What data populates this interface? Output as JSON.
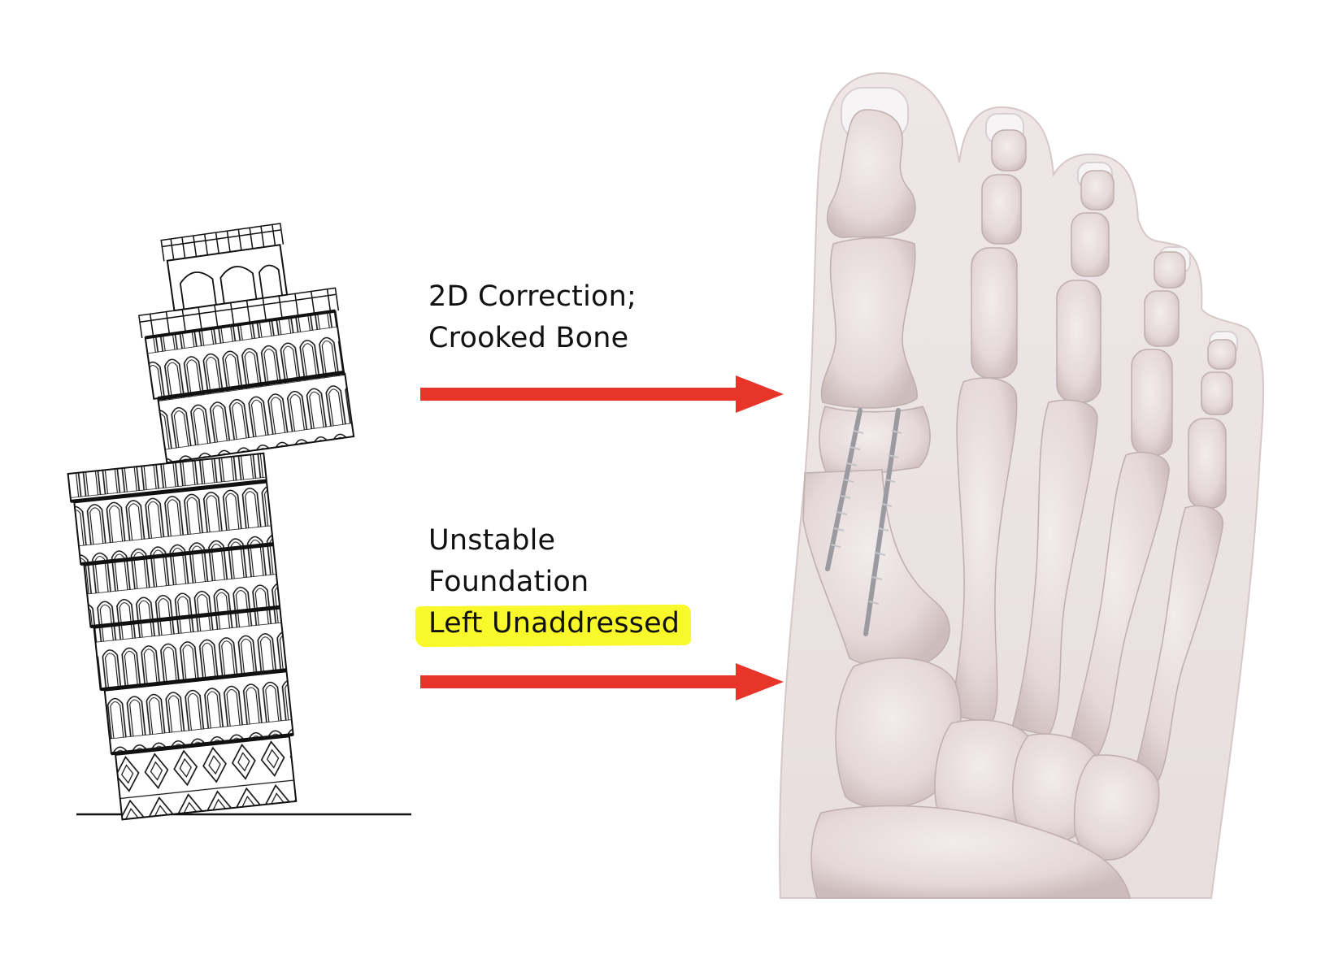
{
  "labels": {
    "correction_line1": "2D Correction;",
    "correction_line2": "Crooked Bone",
    "foundation_line1": "Unstable",
    "foundation_line2": "Foundation",
    "foundation_line3": "Left Unaddressed"
  },
  "colors": {
    "arrow": "#e8352a",
    "highlight": "#f8f82a",
    "bone": "#e6d9d9",
    "tower_ink": "#111111"
  },
  "illustrations": {
    "left": "leaning-tower-drawing",
    "right": "foot-skeleton-with-screws"
  }
}
